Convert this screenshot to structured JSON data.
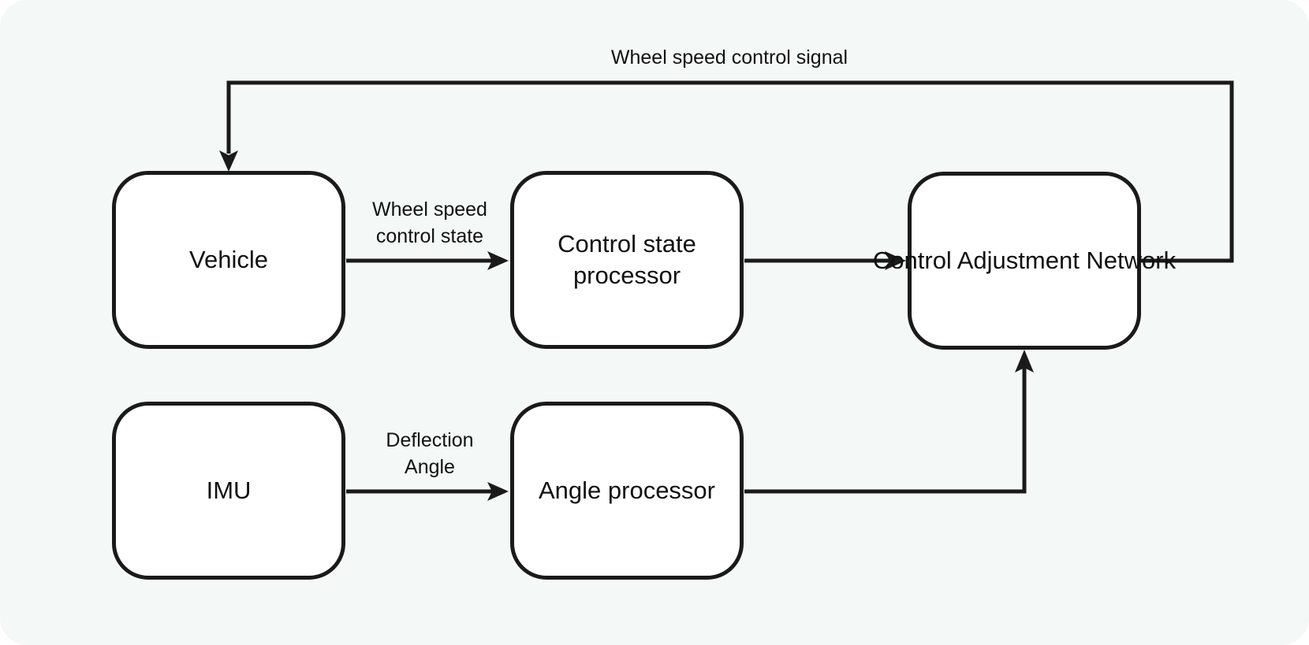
{
  "colors": {
    "background": "#f4f8f7",
    "node_fill": "#ffffff",
    "stroke": "#1a1a1a",
    "text": "#111111"
  },
  "nodes": {
    "vehicle": "Vehicle",
    "control_state_processor": "Control state\nprocessor",
    "control_adjustment_network": "Control Adjustment\nNetwork",
    "imu": "IMU",
    "angle_processor": "Angle processor"
  },
  "edges": {
    "feedback_label": "Wheel speed control signal",
    "wheel_state_label": "Wheel speed\ncontrol state",
    "deflection_label": "Deflection\nAngle"
  }
}
